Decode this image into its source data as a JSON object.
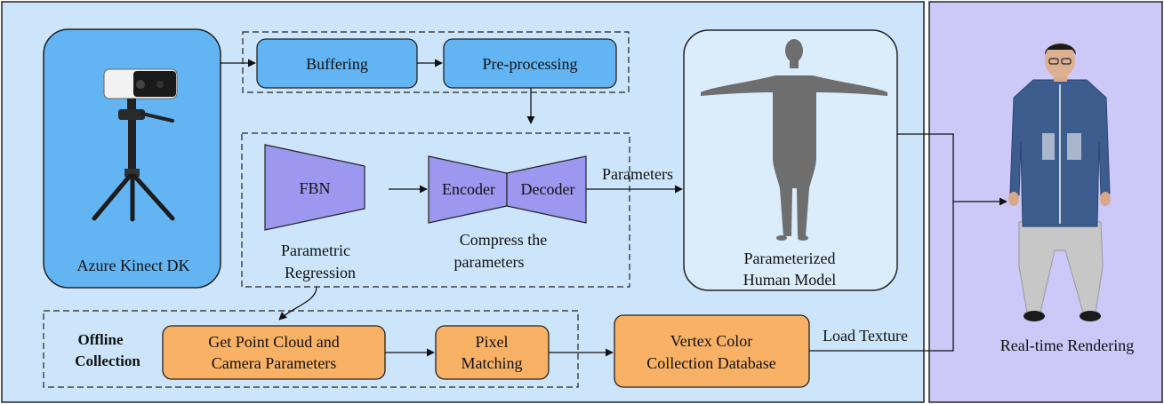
{
  "nodes": {
    "kinect": {
      "label": "Azure Kinect DK"
    },
    "buffering": {
      "label": "Buffering"
    },
    "preprocessing": {
      "label": "Pre-processing"
    },
    "fbn": {
      "label": "FBN"
    },
    "encoder": {
      "label": "Encoder"
    },
    "decoder": {
      "label": "Decoder"
    },
    "human_model": {
      "label_line1": "Parameterized",
      "label_line2": "Human Model"
    },
    "get_point_cloud": {
      "label_line1": "Get Point Cloud and",
      "label_line2": "Camera Parameters"
    },
    "pixel_matching": {
      "label_line1": "Pixel",
      "label_line2": "Matching"
    },
    "vertex_db": {
      "label_line1": "Vertex Color",
      "label_line2": "Collection Database"
    },
    "rendering": {
      "label": "Real-time Rendering"
    }
  },
  "captions": {
    "parametric_regression": {
      "line1": "Parametric",
      "line2": "Regression"
    },
    "compress": {
      "line1": "Compress the",
      "line2": "parameters"
    },
    "offline": {
      "line1": "Offline",
      "line2": "Collection"
    }
  },
  "edges": {
    "parameters": "Parameters",
    "load_texture": "Load Texture"
  },
  "colors": {
    "main_panel": "#cce5fa",
    "render_panel": "#ccc8f7",
    "blue_box": "#63b4f2",
    "purple_shape": "#9c97ef",
    "orange_box": "#f8b165",
    "white_box": "#dbecfa"
  },
  "icons": [
    "camera-tripod-icon",
    "human-model-figure",
    "rendered-person-figure"
  ]
}
